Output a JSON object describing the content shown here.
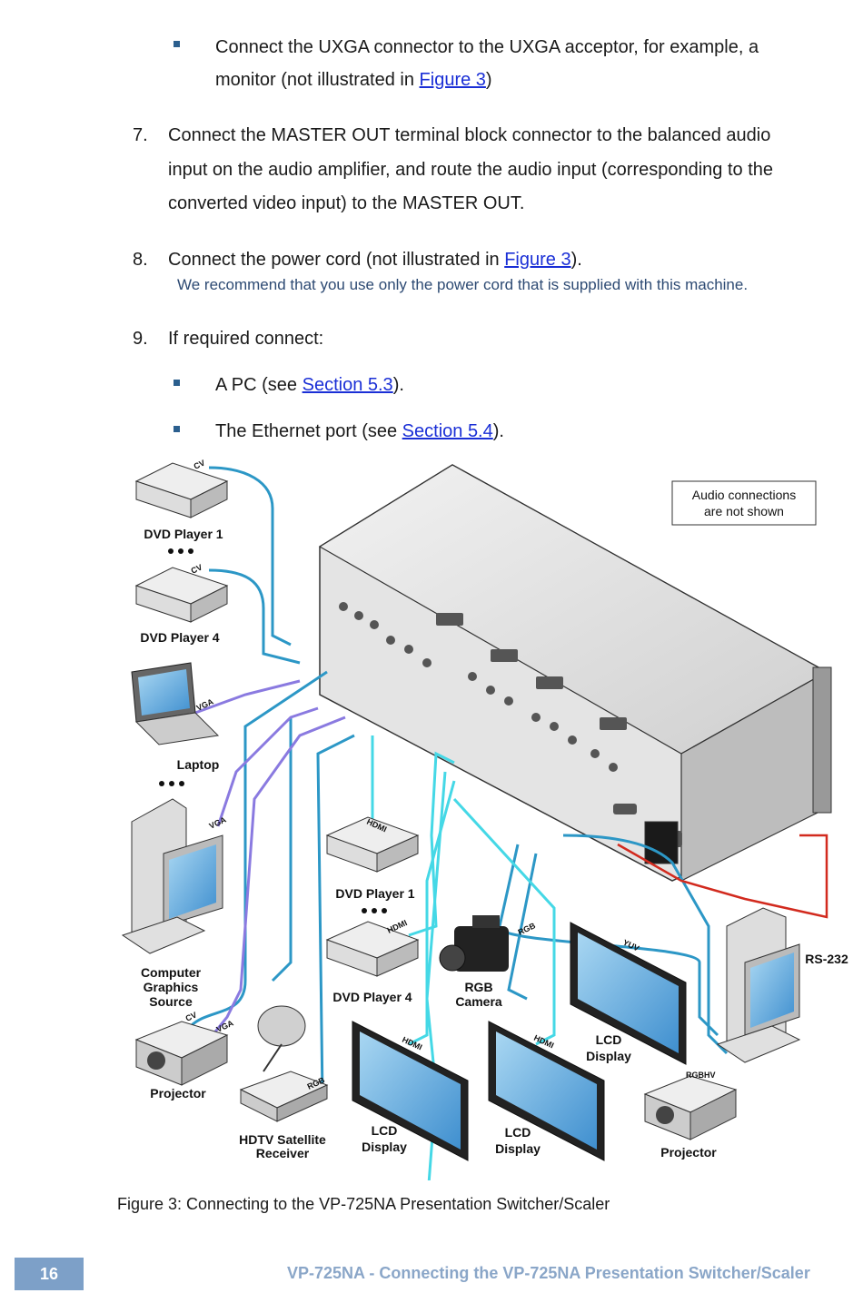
{
  "steps": {
    "uxga": {
      "text_before": "Connect the UXGA connector to the UXGA acceptor, for example, a",
      "line2_before": "monitor (not illustrated in ",
      "link": "Figure 3",
      "after": ")"
    },
    "step7": {
      "number": "7.",
      "line1": "Connect the MASTER OUT terminal block connector to the balanced audio",
      "line2": "input on the audio amplifier, and route the audio input (corresponding to the",
      "line3": "converted video input) to the MASTER OUT."
    },
    "step8": {
      "number": "8.",
      "before": "Connect the power cord (not illustrated in ",
      "link": "Figure 3",
      "after": ").",
      "note": "We recommend that you use only the power cord that is supplied with this machine."
    },
    "step9": {
      "number": "9.",
      "text": "If required connect:",
      "items": [
        {
          "before": "A PC (see ",
          "link": "Section 5.3",
          "after": ")."
        },
        {
          "before": "The Ethernet port (see ",
          "link": "Section 5.4",
          "after": ")."
        }
      ]
    }
  },
  "figure": {
    "note_line1": "Audio connections",
    "note_line2": "are not shown",
    "labels": {
      "dvd1_left": "DVD Player 1",
      "dvd4_left": "DVD Player 4",
      "laptop": "Laptop",
      "cgs1": "Computer",
      "cgs2": "Graphics",
      "cgs3": "Source",
      "projector_left": "Projector",
      "hdtv1": "HDTV Satellite",
      "hdtv2": "Receiver",
      "dvd1_mid": "DVD Player 1",
      "dvd4_mid": "DVD Player 4",
      "rgbcam1": "RGB",
      "rgbcam2": "Camera",
      "lcd": "LCD",
      "display": "Display",
      "projector_right": "Projector",
      "rs232": "RS-232"
    },
    "cable_labels": {
      "cv": "CV",
      "vga": "VGA",
      "hdmi": "HDMI",
      "rgb": "RGB",
      "yuv": "YUV",
      "rgbhv": "RGBHV"
    },
    "colors": {
      "cv": "#2c97c6",
      "vga": "#8a7ae0",
      "hdmi": "#45d8e6",
      "rs232": "#d22a1e",
      "device": "#d9d9d9"
    },
    "caption": "Figure 3: Connecting to the VP-725NA Presentation Switcher/Scaler"
  },
  "footer": {
    "page": "16",
    "title": "VP-725NA - Connecting the VP-725NA Presentation Switcher/Scaler"
  }
}
